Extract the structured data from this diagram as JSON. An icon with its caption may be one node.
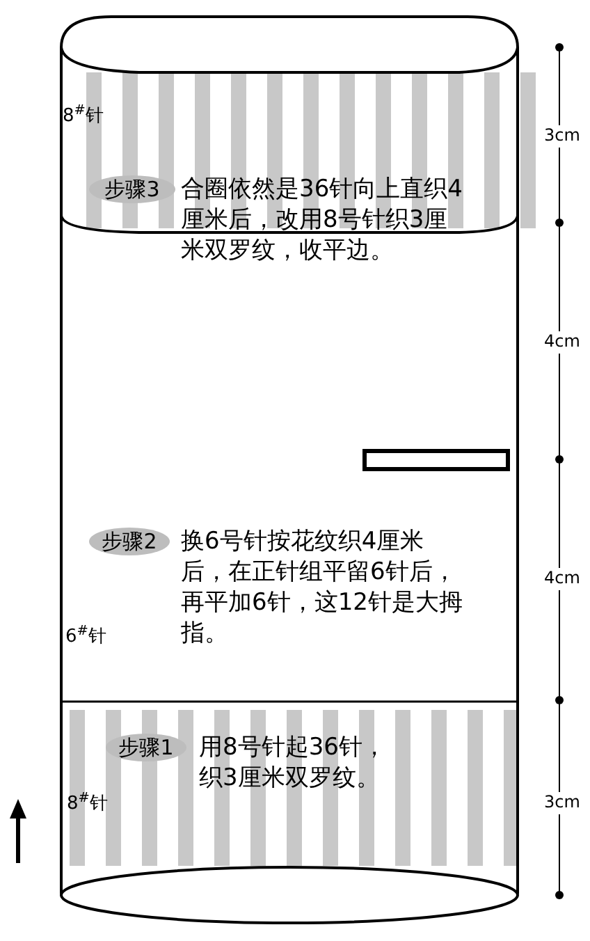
{
  "diagram": {
    "nodes": [
      {
        "text": [
          "步骤3"
        ],
        "beside": [
          "合圈依然是36针向上直织4厘米后，改用8号针织3厘米双罗纹，收平边。"
        ]
      },
      {
        "text": [
          "步骤2"
        ],
        "beside": [
          "换6号针按花纹织4厘米后，在正针组平留6针后，再平加6针，这12针是大拇指。"
        ]
      },
      {
        "text": [
          "步骤1"
        ],
        "beside": [
          "用8号针起36针，织3厘米双罗纹。"
        ]
      }
    ],
    "labels": [
      "8$^{#}$针",
      "3cm",
      "4cm",
      "6$^{#}$针",
      "4cm",
      "3cm",
      "8$^{#}$针"
    ]
  }
}
